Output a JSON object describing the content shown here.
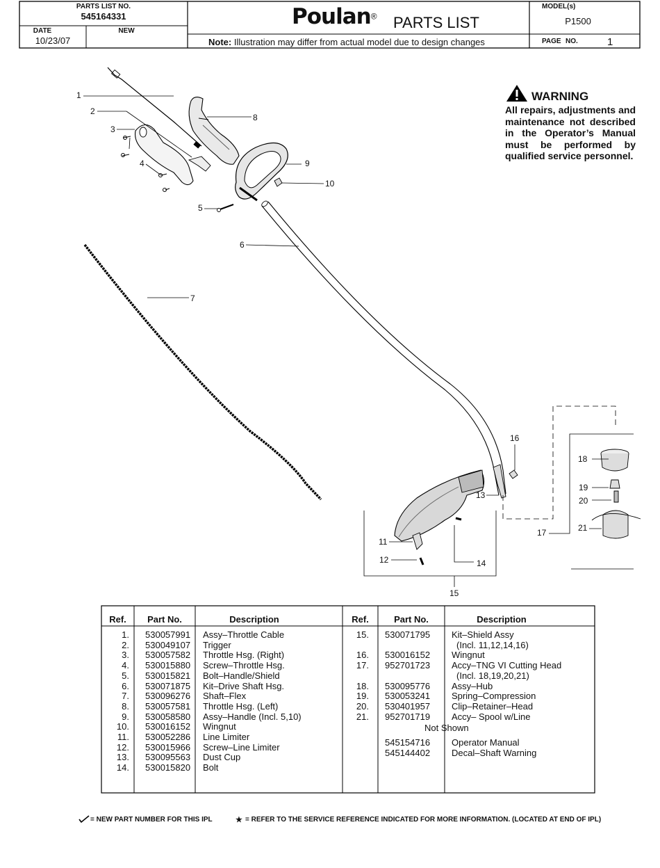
{
  "header": {
    "parts_list_no_label": "PARTS LIST NO.",
    "parts_list_no": "545164331",
    "date_label": "DATE",
    "date": "10/23/07",
    "new_label": "NEW",
    "brand": "Poulan",
    "brand_mark": "®",
    "title": "PARTS LIST",
    "models_label": "MODEL(s)",
    "model": "P1500",
    "note_label": "Note:",
    "note_text": "Illustration may differ from actual model due to design changes",
    "page_label": "PAGE",
    "page_no_label": "NO.",
    "page_no": "1"
  },
  "warning": {
    "title": "WARNING",
    "body": "All repairs, adjustments and maintenance not described in the Operator’s Manual must be performed by qualified service personnel."
  },
  "callouts": [
    "1",
    "2",
    "3",
    "4",
    "5",
    "6",
    "7",
    "8",
    "9",
    "10",
    "11",
    "12",
    "13",
    "14",
    "15",
    "16",
    "17",
    "18",
    "19",
    "20",
    "21"
  ],
  "table": {
    "headers": {
      "ref": "Ref.",
      "part": "Part No.",
      "desc": "Description"
    },
    "left": [
      {
        "ref": "1.",
        "part": "530057991",
        "desc": "Assy–Throttle Cable"
      },
      {
        "ref": "2.",
        "part": "530049107",
        "desc": "Trigger"
      },
      {
        "ref": "3.",
        "part": "530057582",
        "desc": "Throttle Hsg. (Right)"
      },
      {
        "ref": "4.",
        "part": "530015880",
        "desc": "Screw–Throttle Hsg."
      },
      {
        "ref": "5.",
        "part": "530015821",
        "desc": "Bolt–Handle/Shield"
      },
      {
        "ref": "6.",
        "part": "530071875",
        "desc": "Kit–Drive Shaft Hsg."
      },
      {
        "ref": "7.",
        "part": "530096276",
        "desc": "Shaft–Flex"
      },
      {
        "ref": "8.",
        "part": "530057581",
        "desc": "Throttle Hsg. (Left)"
      },
      {
        "ref": "9.",
        "part": "530058580",
        "desc": "Assy–Handle (Incl. 5,10)"
      },
      {
        "ref": "10.",
        "part": "530016152",
        "desc": "Wingnut"
      },
      {
        "ref": "11.",
        "part": "530052286",
        "desc": "Line Limiter"
      },
      {
        "ref": "12.",
        "part": "530015966",
        "desc": "Screw–Line Limiter"
      },
      {
        "ref": "13.",
        "part": "530095563",
        "desc": "Dust Cup"
      },
      {
        "ref": "14.",
        "part": "530015820",
        "desc": "Bolt"
      }
    ],
    "right": [
      {
        "ref": "15.",
        "part": "530071795",
        "desc": "Kit–Shield Assy",
        "sub": "(Incl. 11,12,14,16)"
      },
      {
        "ref": "16.",
        "part": "530016152",
        "desc": "Wingnut"
      },
      {
        "ref": "17.",
        "part": "952701723",
        "desc": "Accy–TNG VI Cutting Head",
        "sub": "(Incl. 18,19,20,21)"
      },
      {
        "ref": "18.",
        "part": "530095776",
        "desc": "Assy–Hub"
      },
      {
        "ref": "19.",
        "part": "530053241",
        "desc": "Spring–Compression"
      },
      {
        "ref": "20.",
        "part": "530401957",
        "desc": "Clip–Retainer–Head"
      },
      {
        "ref": "21.",
        "part": "952701719",
        "desc": "Accy– Spool w/Line"
      }
    ],
    "not_shown_label": "Not Shown",
    "not_shown": [
      {
        "part": "545154716",
        "desc": "Operator Manual"
      },
      {
        "part": "545144402",
        "desc": "Decal–Shaft Warning"
      }
    ]
  },
  "footer": {
    "new_part": "= NEW PART NUMBER FOR THIS  IPL",
    "service_ref": "= REFER TO THE SERVICE REFERENCE  INDICATED FOR MORE INFORMATION. (LOCATED AT END OF IPL)"
  }
}
